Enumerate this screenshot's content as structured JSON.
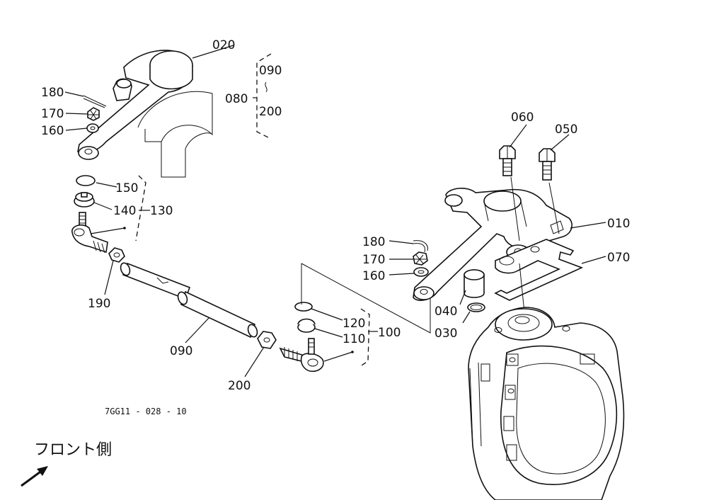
{
  "callouts": {
    "c020": "020",
    "c180a": "180",
    "c170a": "170",
    "c160a": "160",
    "c090a": "090",
    "c080": "080",
    "c200a": "200",
    "c150": "150",
    "c140": "140",
    "c130": "130",
    "c190": "190",
    "c090b": "090",
    "c200b": "200",
    "c060": "060",
    "c050": "050",
    "c010": "010",
    "c070": "070",
    "c180b": "180",
    "c170b": "170",
    "c160b": "160",
    "c040": "040",
    "c030": "030",
    "c120": "120",
    "c110": "110",
    "c100": "100"
  },
  "drawing_code": "7GG11 - 028 - 10",
  "front_label": "フロント側"
}
